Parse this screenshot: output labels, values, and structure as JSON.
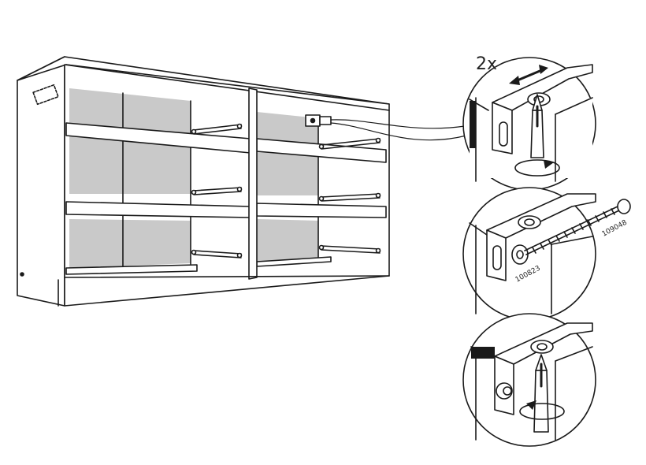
{
  "step": {
    "quantity_label": "2x"
  },
  "parts": {
    "screw_part_number": "109048",
    "washer_part_number": "100823"
  },
  "colors": {
    "ink": "#1a1a1a",
    "shade": "#c9c9c9",
    "panel": "#ffffff",
    "light_shade": "#e6e6e6"
  },
  "icons": {
    "quantity_arrows": "double-arrow-icon",
    "rotate_cw_top": "rotate-arrow-icon",
    "rotate_cw_bottom": "rotate-arrow-icon",
    "screwdriver": "screwdriver-icon"
  }
}
